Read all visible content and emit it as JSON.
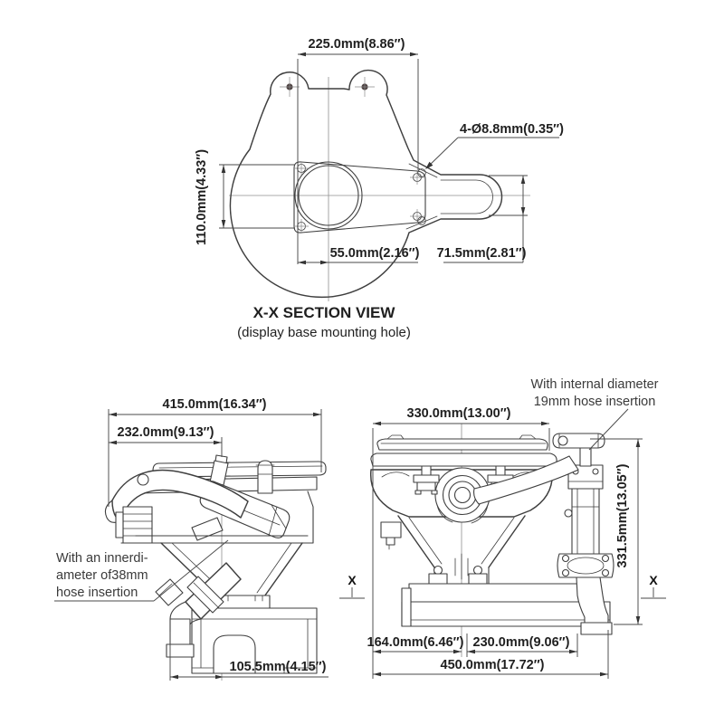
{
  "section_view": {
    "caption": "X-X SECTION VIEW",
    "subcaption": "(display base mounting hole)",
    "dim_width": "225.0mm(8.86″)",
    "dim_height": "110.0mm(4.33″)",
    "dim_offset": "55.0mm(2.16″)",
    "dim_pump_height": "71.5mm(2.81″)",
    "hole_callout": "4-Ø8.8mm(0.35″)"
  },
  "side_view": {
    "dim_overall_length": "415.0mm(16.34″)",
    "dim_seat_length": "232.0mm(9.13″)",
    "dim_outlet_offset": "105.5mm(4.15″)",
    "note_lines": [
      "With an innerdi-",
      "ameter of38mm",
      "hose insertion"
    ]
  },
  "front_view": {
    "dim_seat_width": "330.0mm(13.00″)",
    "dim_height": "331.5mm(13.05″)",
    "dim_left": "164.0mm(6.46″)",
    "dim_right": "230.0mm(9.06″)",
    "dim_overall_width": "450.0mm(17.72″)",
    "note_lines": [
      "With internal diameter",
      "19mm hose insertion"
    ],
    "section_label": "X"
  },
  "colors": {
    "line": "#3f3f3f",
    "dimension": "#4a4a4a",
    "text": "#1f1f1f",
    "hole_fill": "#4c4140"
  }
}
